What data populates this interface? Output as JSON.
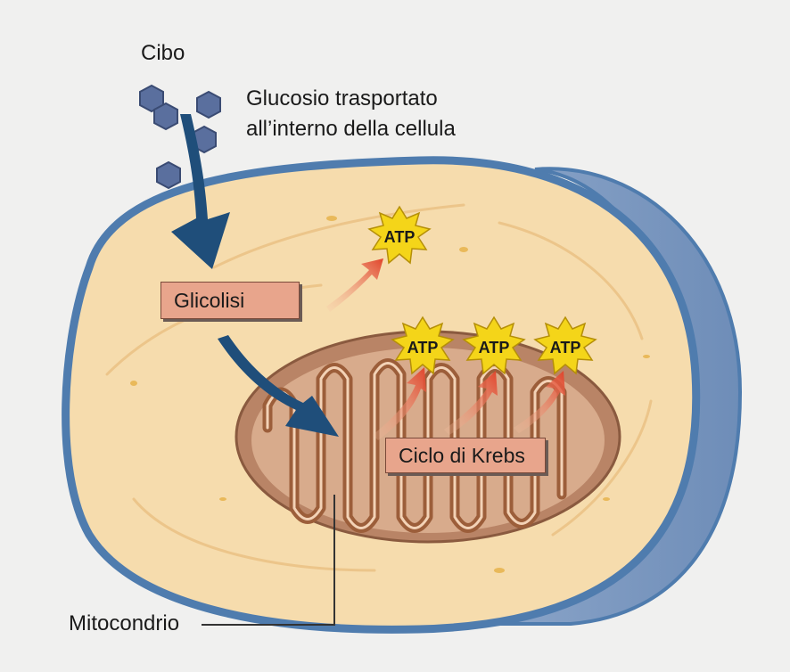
{
  "labels": {
    "food": "Cibo",
    "glucose_line1": "Glucosio trasportato",
    "glucose_line2": "all’interno della cellula",
    "mitochondrion": "Mitocondrio"
  },
  "processes": {
    "glycolysis": "Glicolisi",
    "krebs": "Ciclo di Krebs"
  },
  "atp_label": "ATP",
  "colors": {
    "membrane": "#4f7cae",
    "cytoplasm": "#f6dcad",
    "mito_outer": "#b98466",
    "mito_inner": "#d8ab8c",
    "arrow_blue": "#1f4e7a",
    "glucose": "#5a6f9e",
    "atp_star": "#f4d519",
    "energy_arrow": "#e0432a"
  }
}
